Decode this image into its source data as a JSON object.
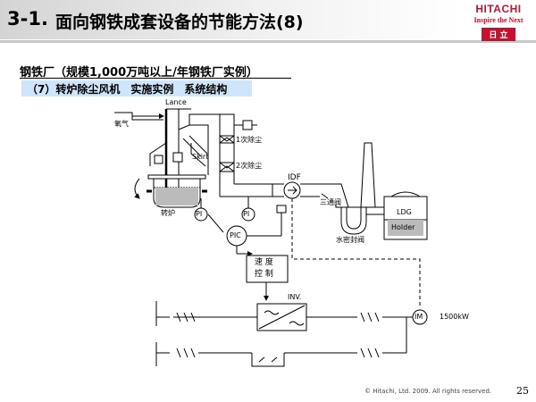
{
  "header": {
    "slide_number": "3-1.",
    "title": "面向钢铁成套设备的节能方法(8)"
  },
  "logo": {
    "brand": "HITACHI",
    "tagline": "Inspire the Next",
    "kanji": "日 立"
  },
  "subtitle": "钢铁厂（规模1,000万吨以上/年钢铁厂实例）",
  "section": "（7）转炉除尘风机　实施实例　系统结构",
  "diagram": {
    "lance": "Lance",
    "oxygen": "氧气",
    "skirt": "Skirt",
    "converter": "转炉",
    "dust1": "1次除尘",
    "dust2": "2次除尘",
    "idf": "IDF",
    "three_way_valve": "三通阀",
    "water_seal_valve": "水密封阀",
    "ldg": "LDG",
    "holder": "Holder",
    "pi1": "PI",
    "pi2": "PI",
    "pic": "PIC",
    "speed_control": [
      "速 度",
      "控 制"
    ],
    "inverter": "INV.",
    "motor": "IM",
    "motor_power": "1500kW"
  },
  "footer": {
    "copyright": "© Hitachi, Ltd. 2009.  All rights reserved.",
    "page": "25"
  }
}
